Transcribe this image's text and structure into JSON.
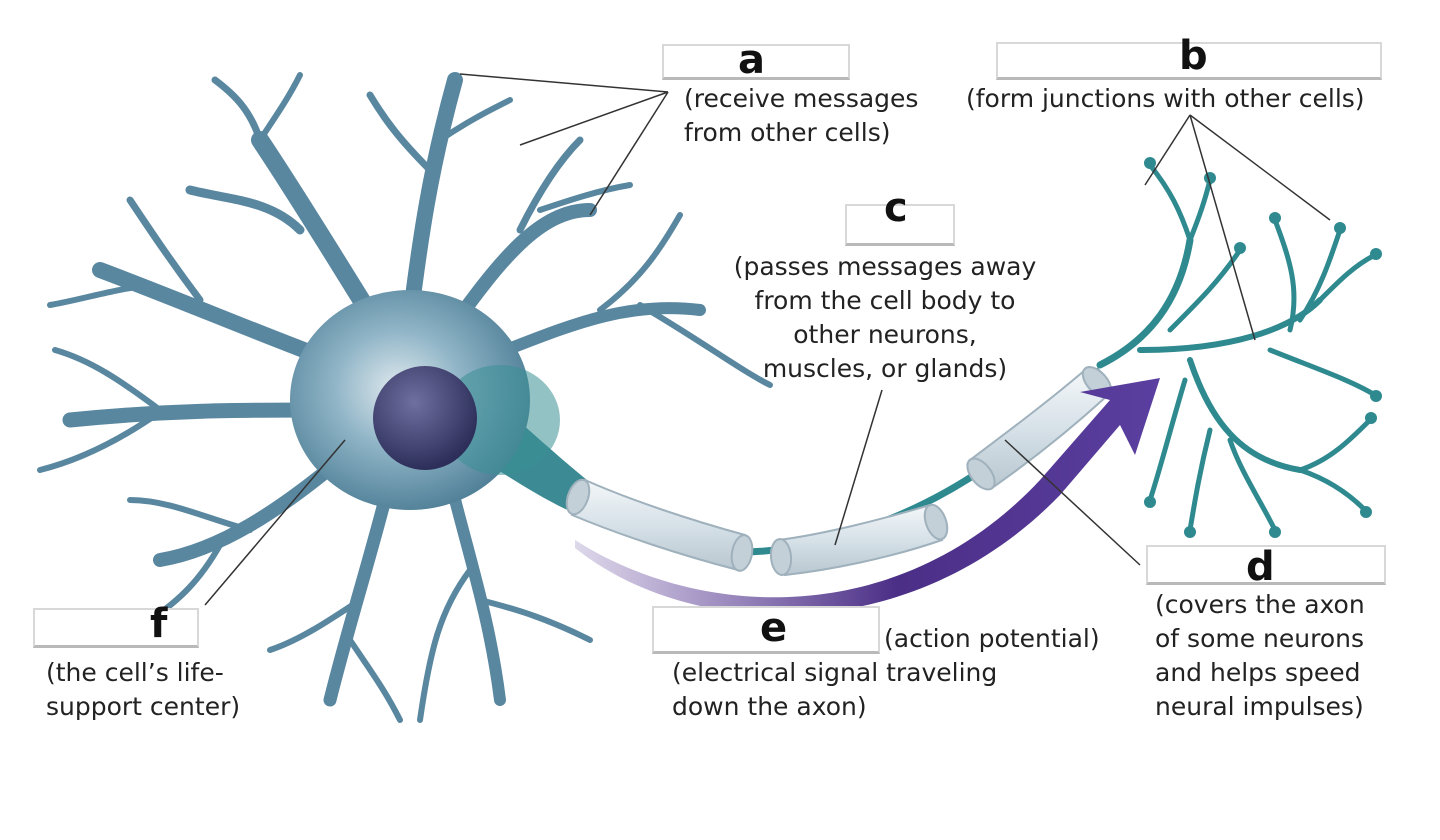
{
  "labels": {
    "a": {
      "letter": "a",
      "caption_line1": "(receive messages",
      "caption_line2": "from other cells)"
    },
    "b": {
      "letter": "b",
      "caption_line1": "(form junctions with other cells)"
    },
    "c": {
      "letter": "c",
      "caption_line1": "(passes messages away",
      "caption_line2": "from the cell body to",
      "caption_line3": "other neurons,",
      "caption_line4": "muscles, or glands)"
    },
    "d": {
      "letter": "d",
      "caption_line1": "(covers the axon",
      "caption_line2": "of some neurons",
      "caption_line3": "and helps speed",
      "caption_line4": "neural impulses)"
    },
    "e": {
      "letter": "e",
      "inline_text": "(action potential)",
      "caption_line1": "(electrical signal traveling",
      "caption_line2": "down the axon)"
    },
    "f": {
      "letter": "f",
      "caption_line1": "(the cell’s life-",
      "caption_line2": "support center)"
    }
  },
  "colors": {
    "dendrite": "#4f7f99",
    "dendrite_light": "#a9c8d6",
    "soma": "#5b8ca4",
    "nucleus": "#3c3f6e",
    "terminal": "#2f8c8f",
    "myelin": "#dde6ec",
    "arrow": "#4b2e86"
  }
}
